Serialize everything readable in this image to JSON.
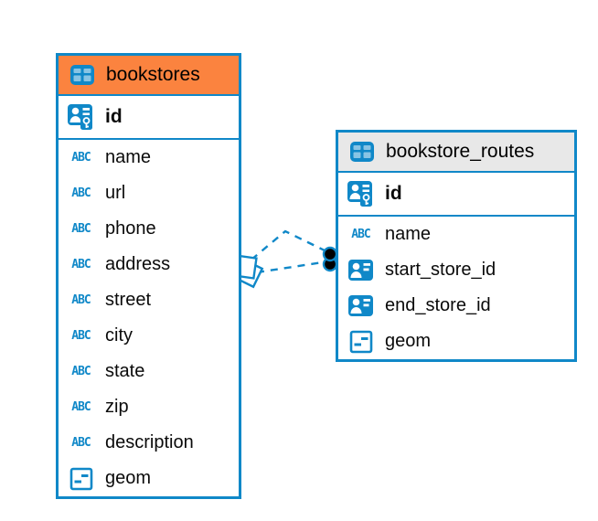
{
  "colors": {
    "accent": "#1088c8",
    "bookstores_header": "#fb833f",
    "bookstore_routes_header": "#e8e8e8",
    "relationship_line": "#1088c8",
    "dot_marker_fill": "#000000"
  },
  "icons": {
    "text_icon_label": "ABC",
    "table_icon": "table-grid",
    "primary_key_icon": "id-badge-with-key",
    "reference_icon": "id-badge",
    "geometry_icon": "square-with-dashes"
  },
  "diagram": {
    "tables": [
      {
        "name": "bookstores",
        "header_color": "#fb833f",
        "columns": [
          {
            "name": "id",
            "icon": "primary-key",
            "pk": true
          },
          {
            "name": "name",
            "icon": "text"
          },
          {
            "name": "url",
            "icon": "text"
          },
          {
            "name": "phone",
            "icon": "text"
          },
          {
            "name": "address",
            "icon": "text"
          },
          {
            "name": "street",
            "icon": "text"
          },
          {
            "name": "city",
            "icon": "text"
          },
          {
            "name": "state",
            "icon": "text"
          },
          {
            "name": "zip",
            "icon": "text"
          },
          {
            "name": "description",
            "icon": "text"
          },
          {
            "name": "geom",
            "icon": "geometry"
          }
        ]
      },
      {
        "name": "bookstore_routes",
        "header_color": "#e8e8e8",
        "columns": [
          {
            "name": "id",
            "icon": "primary-key",
            "pk": true
          },
          {
            "name": "name",
            "icon": "text"
          },
          {
            "name": "start_store_id",
            "icon": "reference"
          },
          {
            "name": "end_store_id",
            "icon": "reference"
          },
          {
            "name": "geom",
            "icon": "geometry"
          }
        ]
      }
    ],
    "relationships": {
      "count": 2,
      "style": "dashed",
      "from_table": "bookstores",
      "to_table": "bookstore_routes",
      "from_marker": "stacked-squares",
      "to_marker": "stacked-dots"
    }
  }
}
